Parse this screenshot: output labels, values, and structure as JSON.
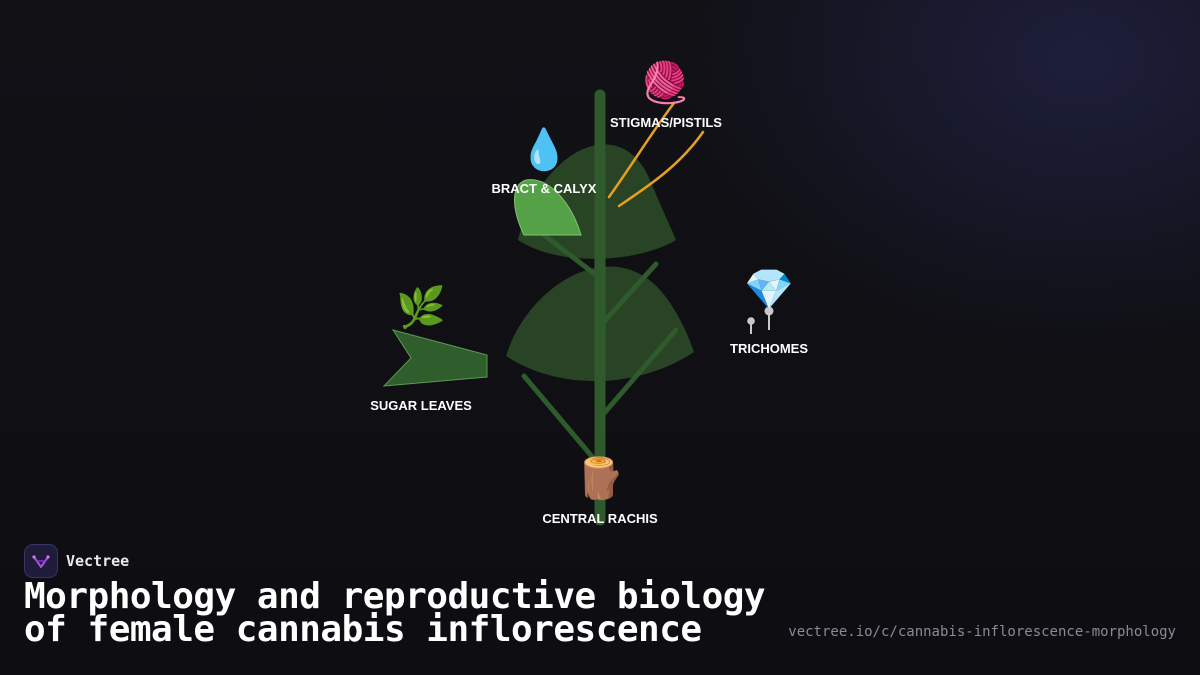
{
  "brand": {
    "name": "Vectree"
  },
  "title": "Morphology and reproductive biology of female cannabis inflorescence",
  "url": "vectree.io/c/cannabis-inflorescence-morphology",
  "diagram": {
    "parts": [
      {
        "id": "stigmas",
        "label": "STIGMAS/PISTILS",
        "icon": "yarn-ball-icon",
        "glyph": "🧶"
      },
      {
        "id": "bract",
        "label": "BRACT & CALYX",
        "icon": "droplet-icon",
        "glyph": "💧"
      },
      {
        "id": "trichomes",
        "label": "TRICHOMES",
        "icon": "gem-icon",
        "glyph": "💎"
      },
      {
        "id": "sugar-leaves",
        "label": "SUGAR LEAVES",
        "icon": "herb-icon",
        "glyph": "🌿"
      },
      {
        "id": "rachis",
        "label": "CENTRAL RACHIS",
        "icon": "wood-log-icon",
        "glyph": "🪵"
      }
    ]
  },
  "colors": {
    "stem": "#2f5a2c",
    "leaf_dark": "#2b4a27",
    "bract_fill": "#55a148",
    "sugar_leaf_fill": "#2f5e2c",
    "pistil": "#e6a020",
    "label": "#ffffff",
    "background": "#0f0f13",
    "url": "#8a8a94",
    "logo_accent": "#b04ce0"
  }
}
